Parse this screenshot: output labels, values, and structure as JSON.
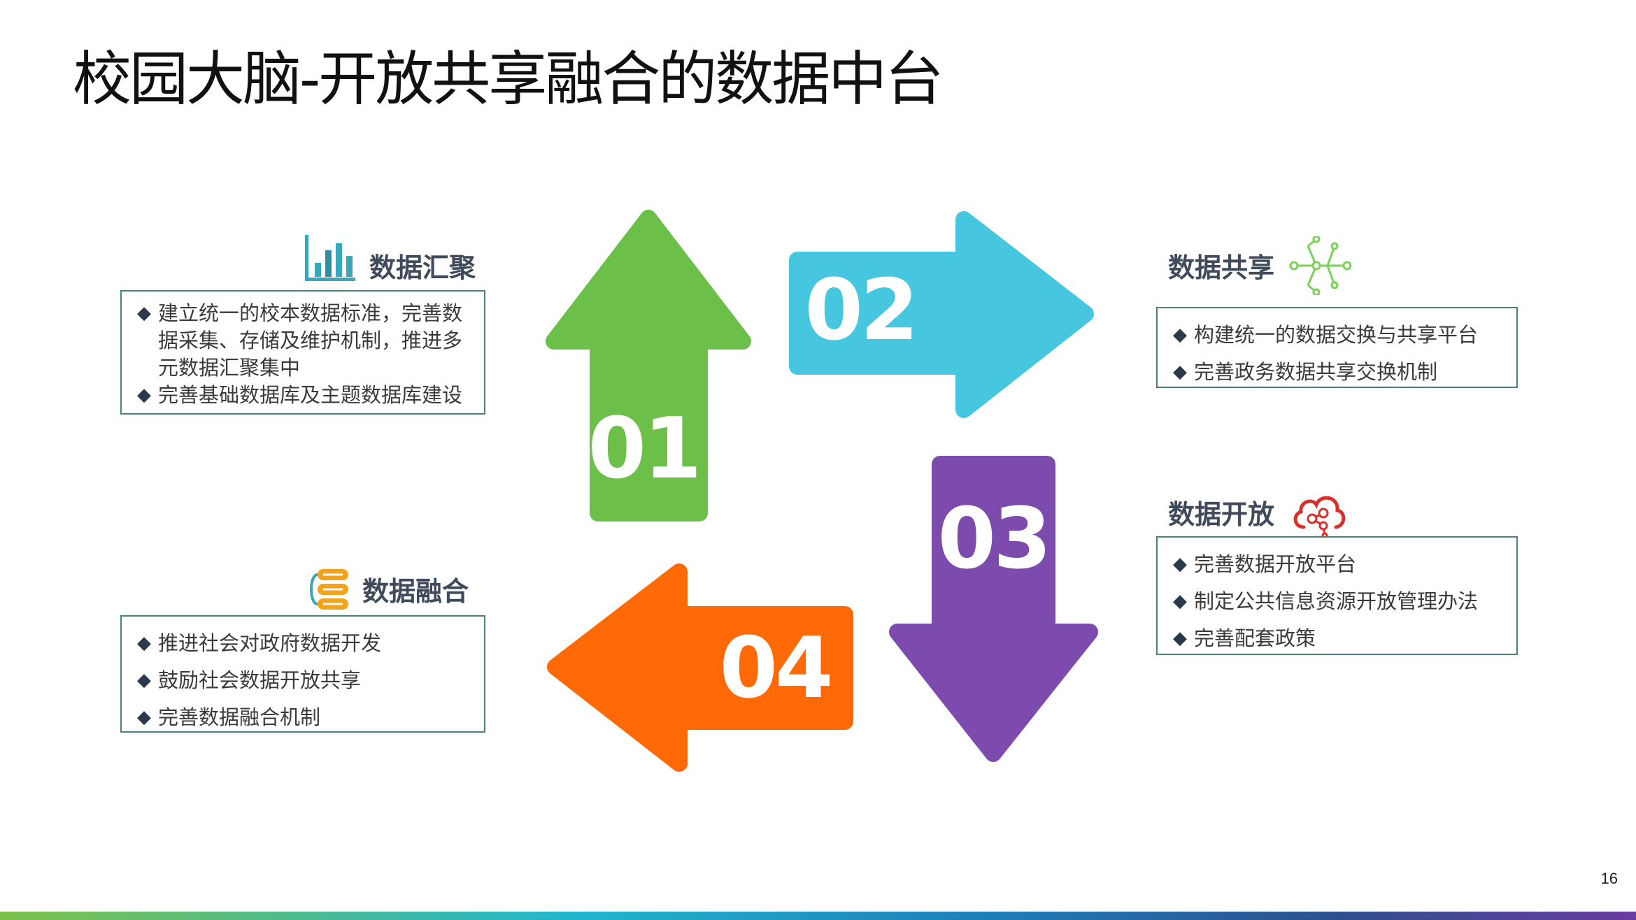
{
  "page": {
    "title": "校园大脑-开放共享融合的数据中台",
    "page_number": "16"
  },
  "arrows": [
    {
      "label": "01",
      "color": "#6cc04a",
      "direction": "up"
    },
    {
      "label": "02",
      "color": "#47c6e0",
      "direction": "right"
    },
    {
      "label": "03",
      "color": "#7d4aad",
      "direction": "down"
    },
    {
      "label": "04",
      "color": "#ff6a07",
      "direction": "left"
    }
  ],
  "sections": {
    "aggregation": {
      "title": "数据汇聚",
      "icon": "bar-chart-icon",
      "bullets": [
        "建立统一的校本数据标准，完善数据采集、存储及维护机制，推进多元数据汇聚集中",
        "完善基础数据库及主题数据库建设"
      ]
    },
    "sharing": {
      "title": "数据共享",
      "icon": "network-share-icon",
      "bullets": [
        "构建统一的数据交换与共享平台",
        "完善政务数据共享交换机制"
      ]
    },
    "openness": {
      "title": "数据开放",
      "icon": "cloud-share-icon",
      "bullets": [
        "完善数据开放平台",
        "制定公共信息资源开放管理办法",
        "完善配套政策"
      ]
    },
    "fusion": {
      "title": "数据融合",
      "icon": "database-stack-icon",
      "bullets": [
        "推进社会对政府数据开发",
        "鼓励社会数据开放共享",
        "完善数据融合机制"
      ]
    }
  },
  "colors": {
    "box_border": "#4c8179",
    "section_title": "#3f4a5a",
    "icon_teal": "#3aa7b9",
    "icon_green": "#7ccf5a",
    "icon_red": "#d9302b",
    "icon_orange": "#f3a21c"
  }
}
